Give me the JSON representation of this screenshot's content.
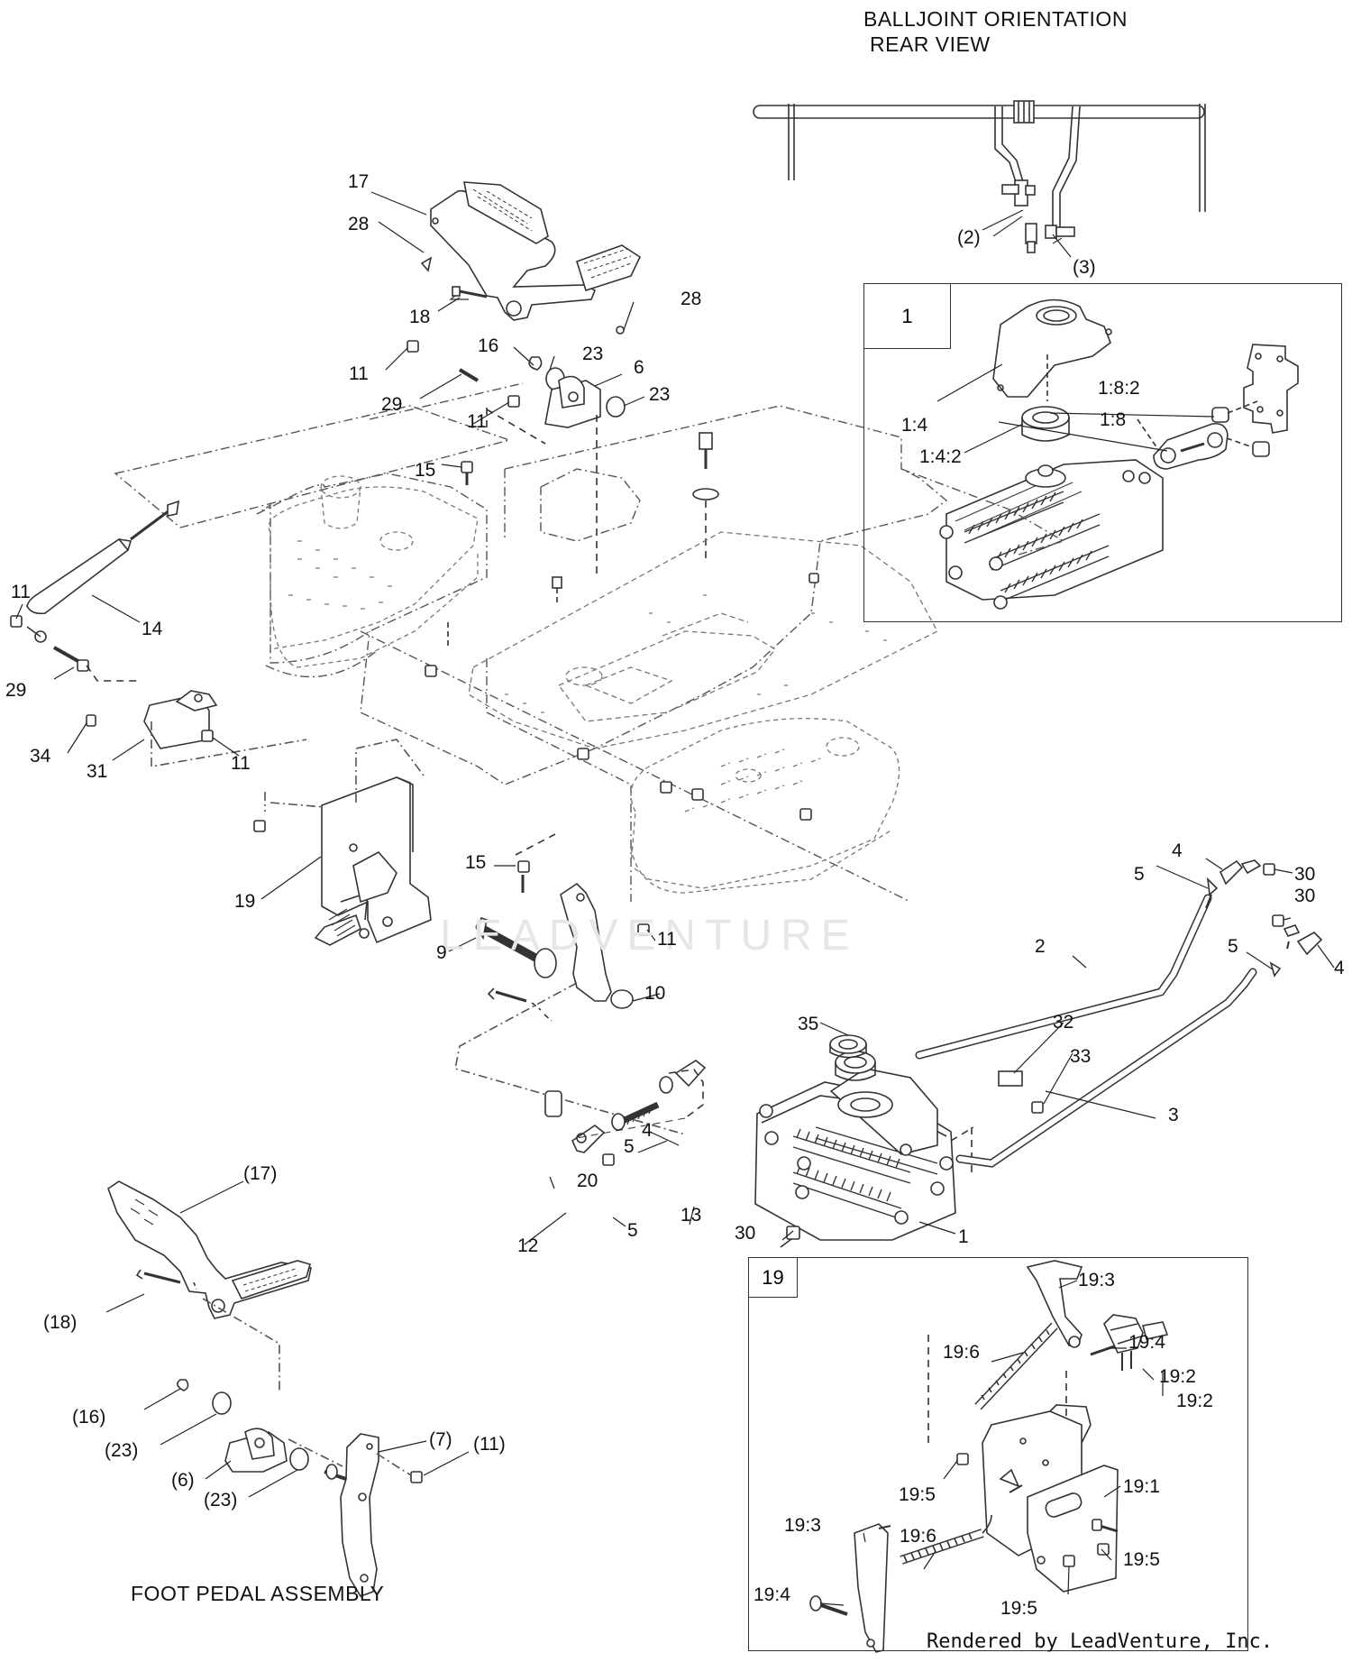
{
  "titles": {
    "balljoint_line1": "BALLJOINT ORIENTATION",
    "balljoint_line2": "REAR VIEW",
    "foot_pedal": "FOOT PEDAL ASSEMBLY"
  },
  "insets": {
    "inset1_tag": "1",
    "inset19_tag": "19"
  },
  "credit": "Rendered by LeadVenture, Inc.",
  "watermark": "LEADVENTURE",
  "callouts": {
    "c_2": "(2)",
    "c_3": "(3)",
    "c_17": "17",
    "c_28a": "28",
    "c_18": "18",
    "c_28b": "28",
    "c_16": "16",
    "c_23a": "23",
    "c_6": "6",
    "c_23b": "23",
    "c_11a": "11",
    "c_29a": "29",
    "c_11b": "11",
    "c_15a": "15",
    "c_1_4": "1:4",
    "c_1_4_2": "1:4:2",
    "c_1_8": "1:8",
    "c_1_8_2": "1:8:2",
    "c_11c": "11",
    "c_14": "14",
    "c_29b": "29",
    "c_34": "34",
    "c_31": "31",
    "c_11d": "11",
    "c_19": "19",
    "c_15b": "15",
    "c_9": "9",
    "c_11e": "11",
    "c_10": "10",
    "c_4a": "4",
    "c_5a": "5",
    "c_30a": "30",
    "c_2main": "2",
    "c_30b": "30",
    "c_5b": "5",
    "c_4b": "4",
    "c_35": "35",
    "c_32": "32",
    "c_33": "33",
    "c_3main": "3",
    "c_4c": "4",
    "c_5c": "5",
    "c_20": "20",
    "c_13": "13",
    "c_12": "12",
    "c_5d": "5",
    "c_30c": "30",
    "c_1main": "1",
    "c_p17": "(17)",
    "c_p18": "(18)",
    "c_p16": "(16)",
    "c_p23a": "(23)",
    "c_p6": "(6)",
    "c_p23b": "(23)",
    "c_p7": "(7)",
    "c_p11": "(11)",
    "c_19_3a": "19:3",
    "c_19_6a": "19:6",
    "c_19_4a": "19:4",
    "c_19_2a": "19:2",
    "c_19_2b": "19:2",
    "c_19_5a": "19:5",
    "c_19_1": "19:1",
    "c_19_3b": "19:3",
    "c_19_6b": "19:6",
    "c_19_5b": "19:5",
    "c_19_4b": "19:4",
    "c_19_5c": "19:5"
  }
}
